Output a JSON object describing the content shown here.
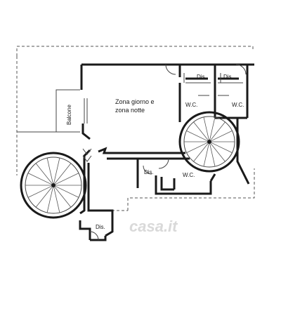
{
  "plan": {
    "rooms": {
      "living": {
        "line1": "Zona giorno e",
        "line2": "zona notte"
      },
      "balcony": "Balcone",
      "dis_top_left": "Dis.",
      "dis_top_right": "Dis.",
      "wc_top_left": "W.C.",
      "wc_top_right": "W.C.",
      "dis_mid": "Dis.",
      "wc_mid": "W.C.",
      "dis_bottom": "Dis."
    },
    "watermark": "casa.it"
  },
  "colors": {
    "wall": "#1a1a1a",
    "line": "#444444",
    "dashed": "#555555",
    "watermark": "#d9d9d9"
  }
}
